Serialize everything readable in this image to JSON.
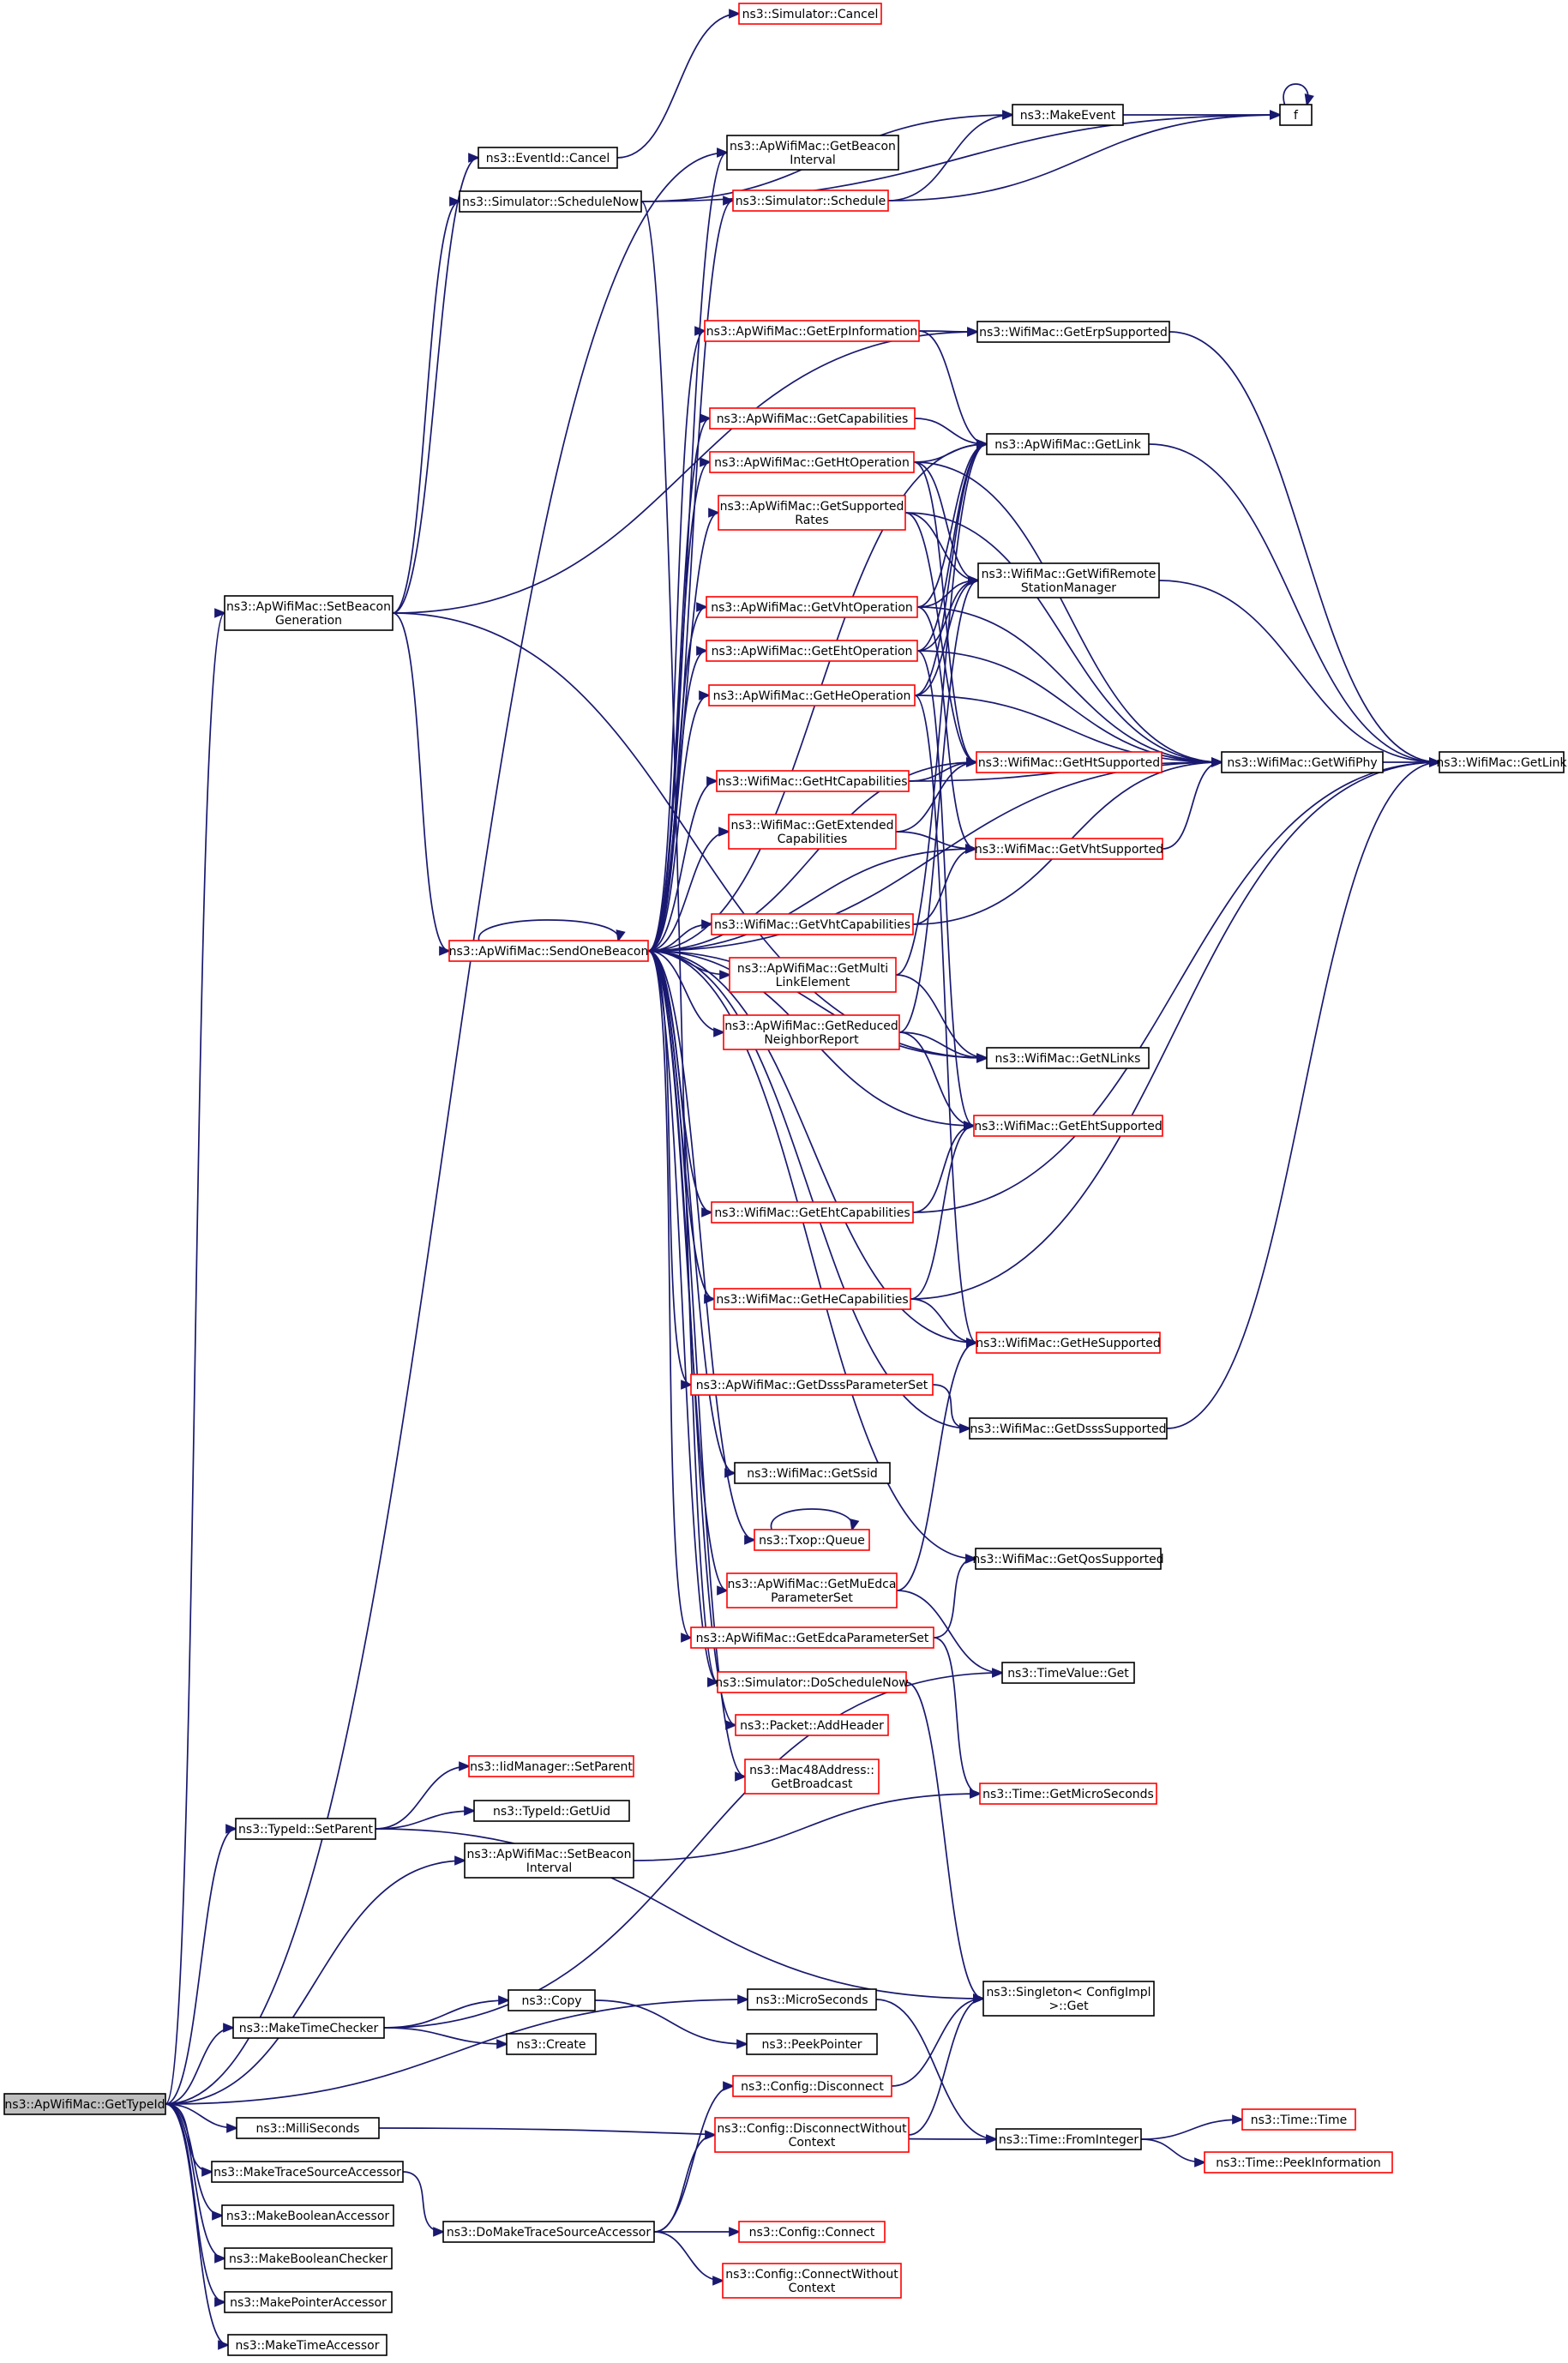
{
  "colors": {
    "edge": "#191970",
    "node_border": "#000000",
    "node_border_red": "#ff0000",
    "root_fill": "#bfbfbf"
  },
  "nodes": [
    {
      "id": "GetTypeId",
      "lines": [
        "ns3::ApWifiMac::GetTypeId"
      ],
      "style": "root"
    },
    {
      "id": "SetBeaconGeneration",
      "lines": [
        "ns3::ApWifiMac::SetBeacon",
        "Generation"
      ],
      "style": "normal"
    },
    {
      "id": "EventIdCancel",
      "lines": [
        "ns3::EventId::Cancel"
      ],
      "style": "normal"
    },
    {
      "id": "SimulatorCancel",
      "lines": [
        "ns3::Simulator::Cancel"
      ],
      "style": "red"
    },
    {
      "id": "ScheduleNow",
      "lines": [
        "ns3::Simulator::ScheduleNow"
      ],
      "style": "normal"
    },
    {
      "id": "MakeEvent",
      "lines": [
        "ns3::MakeEvent"
      ],
      "style": "normal"
    },
    {
      "id": "f",
      "lines": [
        "f"
      ],
      "style": "normal"
    },
    {
      "id": "GetBeaconInterval",
      "lines": [
        "ns3::ApWifiMac::GetBeacon",
        "Interval"
      ],
      "style": "normal"
    },
    {
      "id": "SimSchedule",
      "lines": [
        "ns3::Simulator::Schedule"
      ],
      "style": "red"
    },
    {
      "id": "GetErpInformation",
      "lines": [
        "ns3::ApWifiMac::GetErpInformation"
      ],
      "style": "red"
    },
    {
      "id": "GetErpSupported",
      "lines": [
        "ns3::WifiMac::GetErpSupported"
      ],
      "style": "normal"
    },
    {
      "id": "GetCapabilities",
      "lines": [
        "ns3::ApWifiMac::GetCapabilities"
      ],
      "style": "red"
    },
    {
      "id": "ApGetLink",
      "lines": [
        "ns3::ApWifiMac::GetLink"
      ],
      "style": "normal"
    },
    {
      "id": "GetHtOperation",
      "lines": [
        "ns3::ApWifiMac::GetHtOperation"
      ],
      "style": "red"
    },
    {
      "id": "GetSupportedRates",
      "lines": [
        "ns3::ApWifiMac::GetSupported",
        "Rates"
      ],
      "style": "red"
    },
    {
      "id": "GetWifiRemote",
      "lines": [
        "ns3::WifiMac::GetWifiRemote",
        "StationManager"
      ],
      "style": "normal"
    },
    {
      "id": "GetVhtOperation",
      "lines": [
        "ns3::ApWifiMac::GetVhtOperation"
      ],
      "style": "red"
    },
    {
      "id": "GetEhtOperation",
      "lines": [
        "ns3::ApWifiMac::GetEhtOperation"
      ],
      "style": "red"
    },
    {
      "id": "GetHeOperation",
      "lines": [
        "ns3::ApWifiMac::GetHeOperation"
      ],
      "style": "red"
    },
    {
      "id": "GetWifiPhy",
      "lines": [
        "ns3::WifiMac::GetWifiPhy"
      ],
      "style": "normal"
    },
    {
      "id": "WifiGetLink",
      "lines": [
        "ns3::WifiMac::GetLink"
      ],
      "style": "normal"
    },
    {
      "id": "GetHtCapabilities",
      "lines": [
        "ns3::WifiMac::GetHtCapabilities"
      ],
      "style": "red"
    },
    {
      "id": "GetHtSupported",
      "lines": [
        "ns3::WifiMac::GetHtSupported"
      ],
      "style": "red"
    },
    {
      "id": "GetExtCap",
      "lines": [
        "ns3::WifiMac::GetExtended",
        "Capabilities"
      ],
      "style": "red"
    },
    {
      "id": "GetVhtSupported",
      "lines": [
        "ns3::WifiMac::GetVhtSupported"
      ],
      "style": "red"
    },
    {
      "id": "SendOneBeacon",
      "lines": [
        "ns3::ApWifiMac::SendOneBeacon"
      ],
      "style": "red"
    },
    {
      "id": "GetVhtCapabilities",
      "lines": [
        "ns3::WifiMac::GetVhtCapabilities"
      ],
      "style": "red"
    },
    {
      "id": "GetMultiLink",
      "lines": [
        "ns3::ApWifiMac::GetMulti",
        "LinkElement"
      ],
      "style": "red"
    },
    {
      "id": "GetReduced",
      "lines": [
        "ns3::ApWifiMac::GetReduced",
        "NeighborReport"
      ],
      "style": "red"
    },
    {
      "id": "GetNLinks",
      "lines": [
        "ns3::WifiMac::GetNLinks"
      ],
      "style": "normal"
    },
    {
      "id": "GetEhtSupported",
      "lines": [
        "ns3::WifiMac::GetEhtSupported"
      ],
      "style": "red"
    },
    {
      "id": "GetEhtCapabilities",
      "lines": [
        "ns3::WifiMac::GetEhtCapabilities"
      ],
      "style": "red"
    },
    {
      "id": "GetHeCapabilities",
      "lines": [
        "ns3::WifiMac::GetHeCapabilities"
      ],
      "style": "red"
    },
    {
      "id": "GetHeSupported",
      "lines": [
        "ns3::WifiMac::GetHeSupported"
      ],
      "style": "red"
    },
    {
      "id": "GetDsssParam",
      "lines": [
        "ns3::ApWifiMac::GetDsssParameterSet"
      ],
      "style": "red"
    },
    {
      "id": "GetDsssSupported",
      "lines": [
        "ns3::WifiMac::GetDsssSupported"
      ],
      "style": "normal"
    },
    {
      "id": "GetSsid",
      "lines": [
        "ns3::WifiMac::GetSsid"
      ],
      "style": "normal"
    },
    {
      "id": "TxopQueue",
      "lines": [
        "ns3::Txop::Queue"
      ],
      "style": "red"
    },
    {
      "id": "GetQosSupported",
      "lines": [
        "ns3::WifiMac::GetQosSupported"
      ],
      "style": "normal"
    },
    {
      "id": "GetMuEdca",
      "lines": [
        "ns3::ApWifiMac::GetMuEdca",
        "ParameterSet"
      ],
      "style": "red"
    },
    {
      "id": "GetEdcaParam",
      "lines": [
        "ns3::ApWifiMac::GetEdcaParameterSet"
      ],
      "style": "red"
    },
    {
      "id": "TimeValueGet",
      "lines": [
        "ns3::TimeValue::Get"
      ],
      "style": "normal"
    },
    {
      "id": "DoScheduleNow",
      "lines": [
        "ns3::Simulator::DoScheduleNow"
      ],
      "style": "red"
    },
    {
      "id": "AddHeader",
      "lines": [
        "ns3::Packet::AddHeader"
      ],
      "style": "red"
    },
    {
      "id": "GetBroadcast",
      "lines": [
        "ns3::Mac48Address::",
        "GetBroadcast"
      ],
      "style": "red"
    },
    {
      "id": "GetMicroSeconds",
      "lines": [
        "ns3::Time::GetMicroSeconds"
      ],
      "style": "red"
    },
    {
      "id": "IidSetParent",
      "lines": [
        "ns3::IidManager::SetParent"
      ],
      "style": "red"
    },
    {
      "id": "TypeIdSetParent",
      "lines": [
        "ns3::TypeId::SetParent"
      ],
      "style": "normal"
    },
    {
      "id": "GetUid",
      "lines": [
        "ns3::TypeId::GetUid"
      ],
      "style": "normal"
    },
    {
      "id": "SetBeaconInterval",
      "lines": [
        "ns3::ApWifiMac::SetBeacon",
        "Interval"
      ],
      "style": "normal"
    },
    {
      "id": "MakeTimeChecker",
      "lines": [
        "ns3::MakeTimeChecker"
      ],
      "style": "normal"
    },
    {
      "id": "Copy",
      "lines": [
        "ns3::Copy"
      ],
      "style": "normal"
    },
    {
      "id": "MicroSeconds",
      "lines": [
        "ns3::MicroSeconds"
      ],
      "style": "normal"
    },
    {
      "id": "SingletonGet",
      "lines": [
        "ns3::Singleton< ConfigImpl",
        " >::Get"
      ],
      "style": "normal"
    },
    {
      "id": "Create",
      "lines": [
        "ns3::Create"
      ],
      "style": "normal"
    },
    {
      "id": "PeekPointer",
      "lines": [
        "ns3::PeekPointer"
      ],
      "style": "normal"
    },
    {
      "id": "ConfigDisconnect",
      "lines": [
        "ns3::Config::Disconnect"
      ],
      "style": "red"
    },
    {
      "id": "MilliSeconds",
      "lines": [
        "ns3::MilliSeconds"
      ],
      "style": "normal"
    },
    {
      "id": "ConfigDisconnectWC",
      "lines": [
        "ns3::Config::DisconnectWithout",
        "Context"
      ],
      "style": "red"
    },
    {
      "id": "TimeFromInteger",
      "lines": [
        "ns3::Time::FromInteger"
      ],
      "style": "normal"
    },
    {
      "id": "TimeTime",
      "lines": [
        "ns3::Time::Time"
      ],
      "style": "red"
    },
    {
      "id": "PeekInformation",
      "lines": [
        "ns3::Time::PeekInformation"
      ],
      "style": "red"
    },
    {
      "id": "MakeTraceSourceAccessor",
      "lines": [
        "ns3::MakeTraceSourceAccessor"
      ],
      "style": "normal"
    },
    {
      "id": "MakeBooleanAccessor",
      "lines": [
        "ns3::MakeBooleanAccessor"
      ],
      "style": "normal"
    },
    {
      "id": "DoMakeTSA",
      "lines": [
        "ns3::DoMakeTraceSourceAccessor"
      ],
      "style": "normal"
    },
    {
      "id": "ConfigConnect",
      "lines": [
        "ns3::Config::Connect"
      ],
      "style": "red"
    },
    {
      "id": "MakeBooleanChecker",
      "lines": [
        "ns3::MakeBooleanChecker"
      ],
      "style": "normal"
    },
    {
      "id": "ConfigConnectWC",
      "lines": [
        "ns3::Config::ConnectWithout",
        "Context"
      ],
      "style": "red"
    },
    {
      "id": "MakePointerAccessor",
      "lines": [
        "ns3::MakePointerAccessor"
      ],
      "style": "normal"
    },
    {
      "id": "MakeTimeAccessor",
      "lines": [
        "ns3::MakeTimeAccessor"
      ],
      "style": "normal"
    }
  ],
  "edges": [
    [
      "GetTypeId",
      "SetBeaconGeneration"
    ],
    [
      "GetTypeId",
      "GetBeaconInterval"
    ],
    [
      "GetTypeId",
      "TypeIdSetParent"
    ],
    [
      "GetTypeId",
      "SetBeaconInterval"
    ],
    [
      "GetTypeId",
      "MakeTimeChecker"
    ],
    [
      "GetTypeId",
      "MicroSeconds"
    ],
    [
      "GetTypeId",
      "MilliSeconds"
    ],
    [
      "GetTypeId",
      "MakeTraceSourceAccessor"
    ],
    [
      "GetTypeId",
      "MakeBooleanAccessor"
    ],
    [
      "GetTypeId",
      "MakeBooleanChecker"
    ],
    [
      "GetTypeId",
      "MakePointerAccessor"
    ],
    [
      "GetTypeId",
      "MakeTimeAccessor"
    ],
    [
      "SetBeaconGeneration",
      "EventIdCancel"
    ],
    [
      "SetBeaconGeneration",
      "ScheduleNow"
    ],
    [
      "SetBeaconGeneration",
      "SendOneBeacon"
    ],
    [
      "SetBeaconGeneration",
      "GetErpSupported"
    ],
    [
      "SetBeaconGeneration",
      "GetNLinks"
    ],
    [
      "EventIdCancel",
      "SimulatorCancel"
    ],
    [
      "ScheduleNow",
      "MakeEvent"
    ],
    [
      "ScheduleNow",
      "f"
    ],
    [
      "ScheduleNow",
      "DoScheduleNow"
    ],
    [
      "MakeEvent",
      "f"
    ],
    [
      "f",
      "f"
    ],
    [
      "SimSchedule",
      "MakeEvent"
    ],
    [
      "SimSchedule",
      "f"
    ],
    [
      "SendOneBeacon",
      "SendOneBeacon"
    ],
    [
      "SendOneBeacon",
      "GetBeaconInterval"
    ],
    [
      "SendOneBeacon",
      "SimSchedule"
    ],
    [
      "SendOneBeacon",
      "GetErpInformation"
    ],
    [
      "SendOneBeacon",
      "GetCapabilities"
    ],
    [
      "SendOneBeacon",
      "GetHtOperation"
    ],
    [
      "SendOneBeacon",
      "GetSupportedRates"
    ],
    [
      "SendOneBeacon",
      "GetVhtOperation"
    ],
    [
      "SendOneBeacon",
      "GetEhtOperation"
    ],
    [
      "SendOneBeacon",
      "GetHeOperation"
    ],
    [
      "SendOneBeacon",
      "GetHtCapabilities"
    ],
    [
      "SendOneBeacon",
      "GetExtCap"
    ],
    [
      "SendOneBeacon",
      "GetVhtCapabilities"
    ],
    [
      "SendOneBeacon",
      "GetMultiLink"
    ],
    [
      "SendOneBeacon",
      "GetReduced"
    ],
    [
      "SendOneBeacon",
      "GetEhtCapabilities"
    ],
    [
      "SendOneBeacon",
      "GetHeCapabilities"
    ],
    [
      "SendOneBeacon",
      "GetDsssParam"
    ],
    [
      "SendOneBeacon",
      "GetSsid"
    ],
    [
      "SendOneBeacon",
      "TxopQueue"
    ],
    [
      "SendOneBeacon",
      "GetMuEdca"
    ],
    [
      "SendOneBeacon",
      "GetEdcaParam"
    ],
    [
      "SendOneBeacon",
      "DoScheduleNow"
    ],
    [
      "SendOneBeacon",
      "AddHeader"
    ],
    [
      "SendOneBeacon",
      "GetBroadcast"
    ],
    [
      "SendOneBeacon",
      "ApGetLink"
    ],
    [
      "SendOneBeacon",
      "GetNLinks"
    ],
    [
      "SendOneBeacon",
      "GetHtSupported"
    ],
    [
      "SendOneBeacon",
      "GetVhtSupported"
    ],
    [
      "SendOneBeacon",
      "GetEhtSupported"
    ],
    [
      "SendOneBeacon",
      "GetHeSupported"
    ],
    [
      "SendOneBeacon",
      "GetWifiPhy"
    ],
    [
      "SendOneBeacon",
      "GetQosSupported"
    ],
    [
      "SendOneBeacon",
      "GetDsssSupported"
    ],
    [
      "GetErpInformation",
      "GetErpSupported"
    ],
    [
      "GetErpInformation",
      "ApGetLink"
    ],
    [
      "GetErpSupported",
      "WifiGetLink"
    ],
    [
      "GetCapabilities",
      "ApGetLink"
    ],
    [
      "ApGetLink",
      "WifiGetLink"
    ],
    [
      "GetHtOperation",
      "ApGetLink"
    ],
    [
      "GetHtOperation",
      "GetWifiRemote"
    ],
    [
      "GetHtOperation",
      "GetWifiPhy"
    ],
    [
      "GetHtOperation",
      "GetHtSupported"
    ],
    [
      "GetSupportedRates",
      "GetWifiRemote"
    ],
    [
      "GetSupportedRates",
      "GetWifiPhy"
    ],
    [
      "GetSupportedRates",
      "GetHtSupported"
    ],
    [
      "GetWifiRemote",
      "WifiGetLink"
    ],
    [
      "GetVhtOperation",
      "ApGetLink"
    ],
    [
      "GetVhtOperation",
      "GetWifiRemote"
    ],
    [
      "GetVhtOperation",
      "GetWifiPhy"
    ],
    [
      "GetVhtOperation",
      "GetVhtSupported"
    ],
    [
      "GetEhtOperation",
      "ApGetLink"
    ],
    [
      "GetEhtOperation",
      "GetWifiRemote"
    ],
    [
      "GetEhtOperation",
      "GetWifiPhy"
    ],
    [
      "GetEhtOperation",
      "GetEhtSupported"
    ],
    [
      "GetHeOperation",
      "ApGetLink"
    ],
    [
      "GetHeOperation",
      "GetWifiRemote"
    ],
    [
      "GetHeOperation",
      "GetWifiPhy"
    ],
    [
      "GetHeOperation",
      "GetHeSupported"
    ],
    [
      "GetWifiPhy",
      "WifiGetLink"
    ],
    [
      "GetHtCapabilities",
      "GetHtSupported"
    ],
    [
      "GetHtCapabilities",
      "GetWifiPhy"
    ],
    [
      "GetExtCap",
      "GetHtSupported"
    ],
    [
      "GetExtCap",
      "GetVhtSupported"
    ],
    [
      "GetVhtSupported",
      "GetWifiPhy"
    ],
    [
      "GetVhtCapabilities",
      "GetVhtSupported"
    ],
    [
      "GetVhtCapabilities",
      "GetWifiPhy"
    ],
    [
      "GetMultiLink",
      "ApGetLink"
    ],
    [
      "GetMultiLink",
      "GetNLinks"
    ],
    [
      "GetReduced",
      "GetNLinks"
    ],
    [
      "GetReduced",
      "GetEhtSupported"
    ],
    [
      "GetReduced",
      "GetWifiRemote"
    ],
    [
      "GetEhtCapabilities",
      "GetEhtSupported"
    ],
    [
      "GetEhtCapabilities",
      "WifiGetLink"
    ],
    [
      "GetHeCapabilities",
      "GetHeSupported"
    ],
    [
      "GetHeCapabilities",
      "GetEhtSupported"
    ],
    [
      "GetHeCapabilities",
      "WifiGetLink"
    ],
    [
      "GetDsssParam",
      "GetDsssSupported"
    ],
    [
      "GetDsssSupported",
      "WifiGetLink"
    ],
    [
      "TxopQueue",
      "TxopQueue"
    ],
    [
      "GetMuEdca",
      "TimeValueGet"
    ],
    [
      "GetMuEdca",
      "GetHeSupported"
    ],
    [
      "GetEdcaParam",
      "GetQosSupported"
    ],
    [
      "GetEdcaParam",
      "GetMicroSeconds"
    ],
    [
      "DoScheduleNow",
      "SingletonGet"
    ],
    [
      "TypeIdSetParent",
      "IidSetParent"
    ],
    [
      "TypeIdSetParent",
      "GetUid"
    ],
    [
      "TypeIdSetParent",
      "SingletonGet"
    ],
    [
      "SetBeaconInterval",
      "GetMicroSeconds"
    ],
    [
      "MakeTimeChecker",
      "Copy"
    ],
    [
      "MakeTimeChecker",
      "Create"
    ],
    [
      "MakeTimeChecker",
      "TimeValueGet"
    ],
    [
      "Copy",
      "PeekPointer"
    ],
    [
      "MicroSeconds",
      "TimeFromInteger"
    ],
    [
      "MilliSeconds",
      "TimeFromInteger"
    ],
    [
      "TimeFromInteger",
      "TimeTime"
    ],
    [
      "TimeFromInteger",
      "PeekInformation"
    ],
    [
      "ConfigDisconnect",
      "SingletonGet"
    ],
    [
      "ConfigDisconnectWC",
      "SingletonGet"
    ],
    [
      "MakeTraceSourceAccessor",
      "DoMakeTSA"
    ],
    [
      "DoMakeTSA",
      "ConfigConnect"
    ],
    [
      "DoMakeTSA",
      "ConfigConnectWC"
    ],
    [
      "DoMakeTSA",
      "ConfigDisconnect"
    ],
    [
      "DoMakeTSA",
      "ConfigDisconnectWC"
    ]
  ]
}
